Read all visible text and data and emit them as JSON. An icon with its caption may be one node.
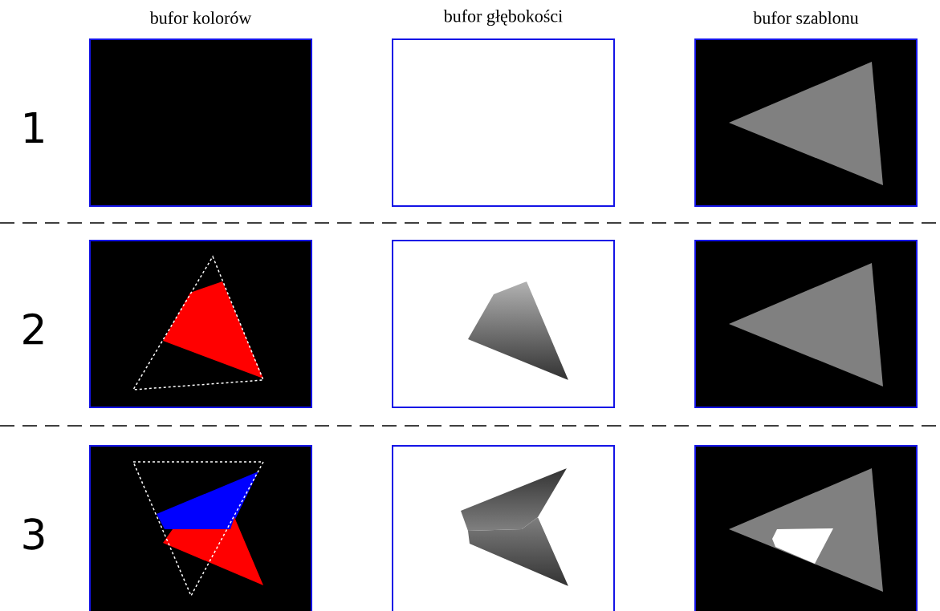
{
  "diagram": {
    "labels": [
      "bufor kolorów",
      "bufor głębokości",
      "bufor szablonu",
      "1",
      "2",
      "3"
    ]
  }
}
